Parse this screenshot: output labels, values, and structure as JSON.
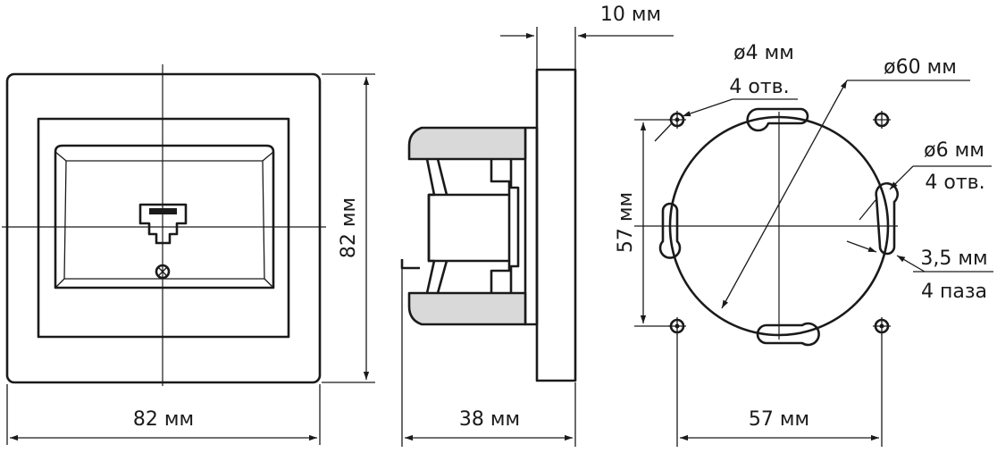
{
  "front_view": {
    "width_label": "82 мм",
    "height_label": "82 мм"
  },
  "side_view": {
    "frame_thickness_label": "10 мм",
    "depth_label": "38 мм"
  },
  "mounting_view": {
    "small_holes_diameter_label": "ø4 мм",
    "small_holes_count_label": "4 отв.",
    "circle_diameter_label": "ø60 мм",
    "large_holes_diameter_label": "ø6 мм",
    "large_holes_count_label": "4 отв.",
    "slot_width_label": "3,5 мм",
    "slot_count_label": "4 паза",
    "vertical_spacing_label": "57 мм",
    "horizontal_spacing_label": "57 мм"
  },
  "colors": {
    "line": "#1a1a1a",
    "shade": "#d9d9d9"
  }
}
